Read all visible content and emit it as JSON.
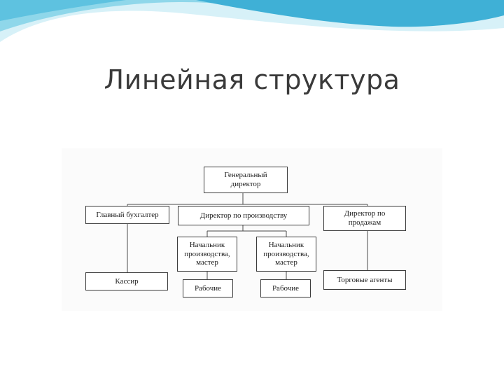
{
  "slide": {
    "title": "Линейная структура"
  },
  "org_chart": {
    "nodes": {
      "ceo": "Генеральный\nдиректор",
      "chief_accountant": "Главный бухгалтер",
      "production_director": "Директор по производству",
      "sales_director": "Директор по\nпродажам",
      "production_head_1": "Начальник\nпроизводства,\nмастер",
      "production_head_2": "Начальник\nпроизводства,\nмастер",
      "cashier": "Кассир",
      "workers_1": "Рабочие",
      "workers_2": "Рабочие",
      "sales_agents": "Торговые агенты"
    }
  },
  "colors": {
    "wave_light": "#cdeef6",
    "wave_mid": "#7fd0e6",
    "wave_dark": "#2ea7cf",
    "title_text": "#3a3a3a",
    "box_border": "#3c3c3c"
  }
}
